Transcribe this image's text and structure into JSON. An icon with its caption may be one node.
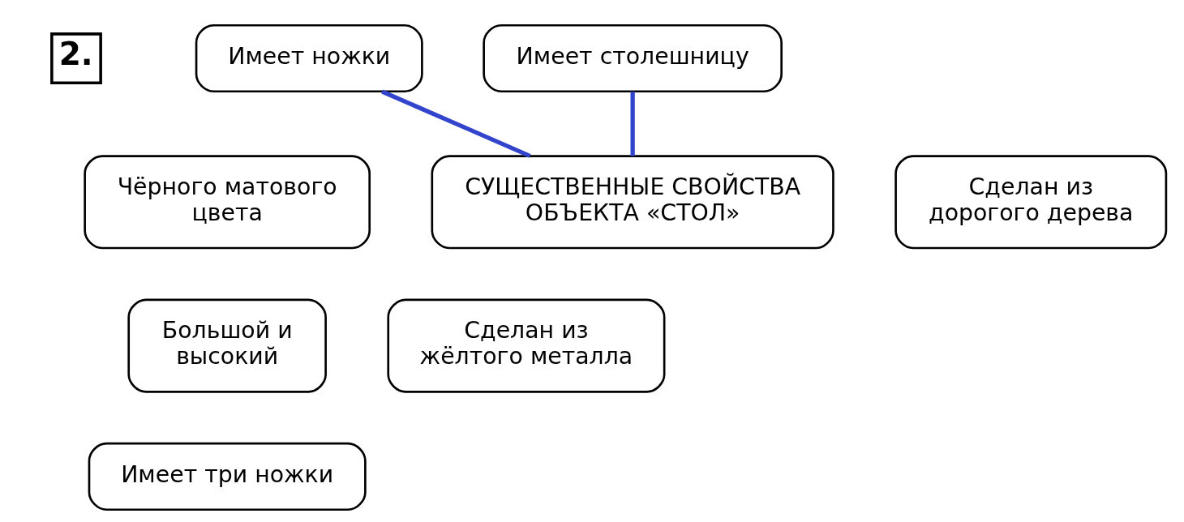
{
  "diagram": {
    "nodes": [
      {
        "text": [
          "Имеет ножки"
        ]
      },
      {
        "text": [
          "Имеет столешницу"
        ]
      },
      {
        "text": [
          "Чёрного матового цвета"
        ]
      },
      {
        "text": [
          "СУЩЕСТВЕННЫЕ СВОЙСТВА ОБЪЕКТА «СТОЛ»"
        ]
      },
      {
        "text": [
          "Сделан из дорогого дерева"
        ]
      },
      {
        "text": [
          "Большой и высокий"
        ]
      },
      {
        "text": [
          "Сделан из жёлтого металла"
        ]
      },
      {
        "text": [
          "Имеет три ножки"
        ]
      }
    ],
    "edges": [
      {
        "from": 0,
        "to": 3,
        "arrow": "none"
      },
      {
        "from": 1,
        "to": 3,
        "arrow": "none"
      }
    ],
    "labels": [
      "2."
    ]
  }
}
